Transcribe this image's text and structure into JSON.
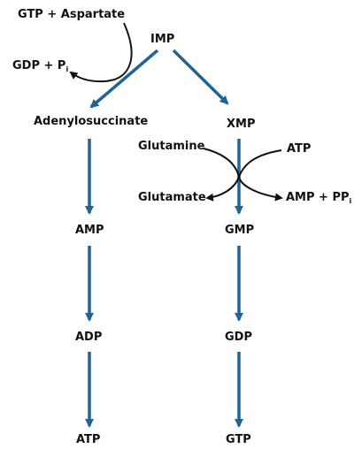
{
  "colors": {
    "main_arrow": "#1f6397",
    "side_arrow": "#111111",
    "text": "#111111",
    "background": "#ffffff"
  },
  "nodes": {
    "imp": "IMP",
    "adenylosuccinate": "Adenylosuccinate",
    "xmp": "XMP",
    "amp_left": "AMP",
    "adp": "ADP",
    "atp_left": "ATP",
    "gmp": "GMP",
    "gdp": "GDP",
    "gtp": "GTP"
  },
  "side_reactions": {
    "gtp_aspartate": "GTP + Aspartate",
    "gdp_pi_main": "GDP + P",
    "gdp_pi_sub": "i",
    "glutamine": "Glutamine",
    "atp_right": "ATP",
    "glutamate": "Glutamate",
    "amp_ppi_main": "AMP + PP",
    "amp_ppi_sub": "i"
  }
}
